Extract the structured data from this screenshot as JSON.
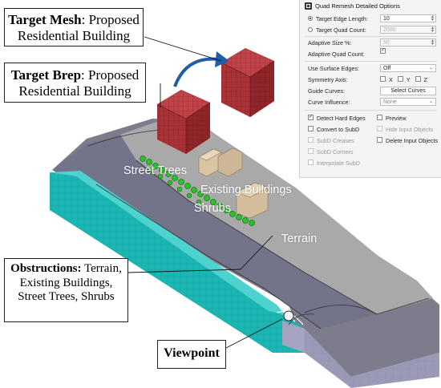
{
  "callouts": {
    "target_mesh": {
      "bold": "Target Mesh",
      "rest": ": Proposed Residential Building"
    },
    "target_brep": {
      "bold": "Target Brep",
      "rest": ": Proposed Residential Building"
    },
    "obstructions": {
      "bold": "Obstructions:",
      "rest": " Terrain, Existing Buildings, Street Trees, Shrubs"
    },
    "viewpoint": {
      "bold": "Viewpoint"
    }
  },
  "scene_labels": {
    "street_trees": "Street Trees",
    "existing_buildings": "Existing Buildings",
    "shrubs": "Shrubs",
    "terrain": "Terrain"
  },
  "colors": {
    "building": "#a83236",
    "terrain_top": "#a7a7a7",
    "terrain_side": "#9b9ab6",
    "teal": "#1bb6b3",
    "existing_building": "#d9c4a4",
    "tree_green": "#2fbf2f",
    "arrow_blue": "#1f5fa8"
  },
  "panel": {
    "title": "Quad Remesh Detailed Options",
    "target_edge_length": {
      "label": "Target Edge Length:",
      "value": "10"
    },
    "target_quad_count": {
      "label": "Target Quad Count:",
      "value": "2000"
    },
    "adaptive_size": {
      "label": "Adaptive Size %:",
      "value": "50"
    },
    "adaptive_quad_count": {
      "label": "Adaptive Quad Count:"
    },
    "use_surface_edges": {
      "label": "Use Surface Edges:",
      "value": "Off"
    },
    "symmetry_axis": {
      "label": "Symmetry Axis:",
      "x": "X",
      "y": "Y",
      "z": "Z"
    },
    "guide_curves": {
      "label": "Guide Curves:",
      "button": "Select Curves"
    },
    "curve_influence": {
      "label": "Curve Influence:",
      "value": "None"
    },
    "detect_hard_edges": "Detect Hard Edges",
    "preview": "Preview",
    "convert_to_subd": "Convert to SubD",
    "hide_input_objects": "Hide Input Objects",
    "subd_creases": "SubD Creases",
    "delete_input_objects": "Delete Input Objects",
    "subd_corners": "SubD Corners",
    "interpolate_subd": "Interpolate SubD"
  }
}
